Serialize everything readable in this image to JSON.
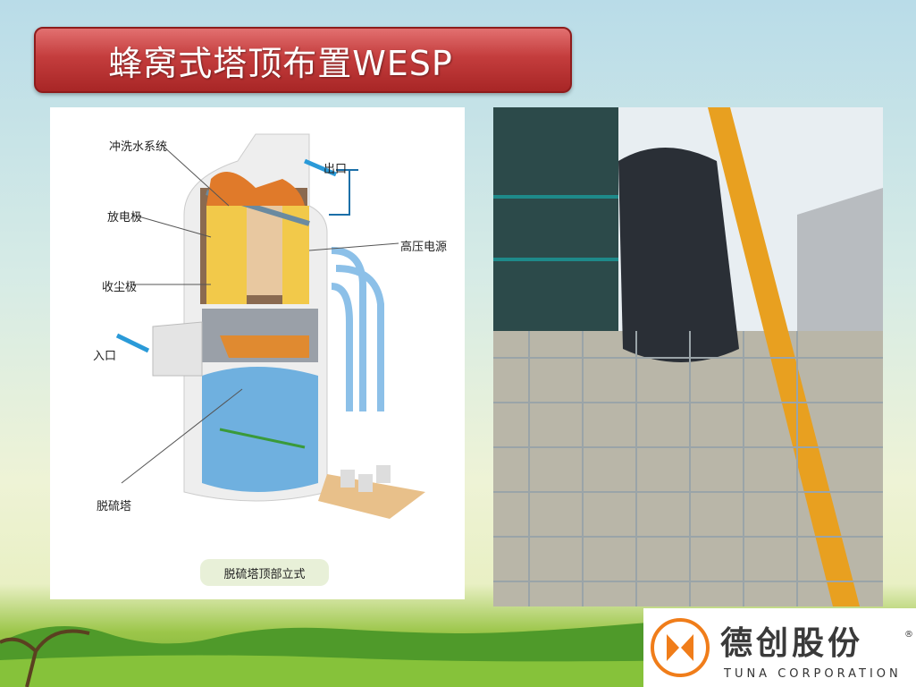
{
  "slide": {
    "title": "蜂窝式塔顶布置WESP"
  },
  "diagram": {
    "labels": {
      "flush_water": "冲洗水系统",
      "discharge_electrode": "放电极",
      "collecting_electrode": "收尘极",
      "inlet": "入口",
      "desulfurization_tower": "脱硫塔",
      "outlet": "出口",
      "hv_power": "高压电源"
    },
    "caption": "脱硫塔顶部立式"
  },
  "logo": {
    "name_cn": "德创股份",
    "name_en": "TUNA CORPORATION",
    "registered": "®",
    "brand_color": "#f07d1a"
  }
}
